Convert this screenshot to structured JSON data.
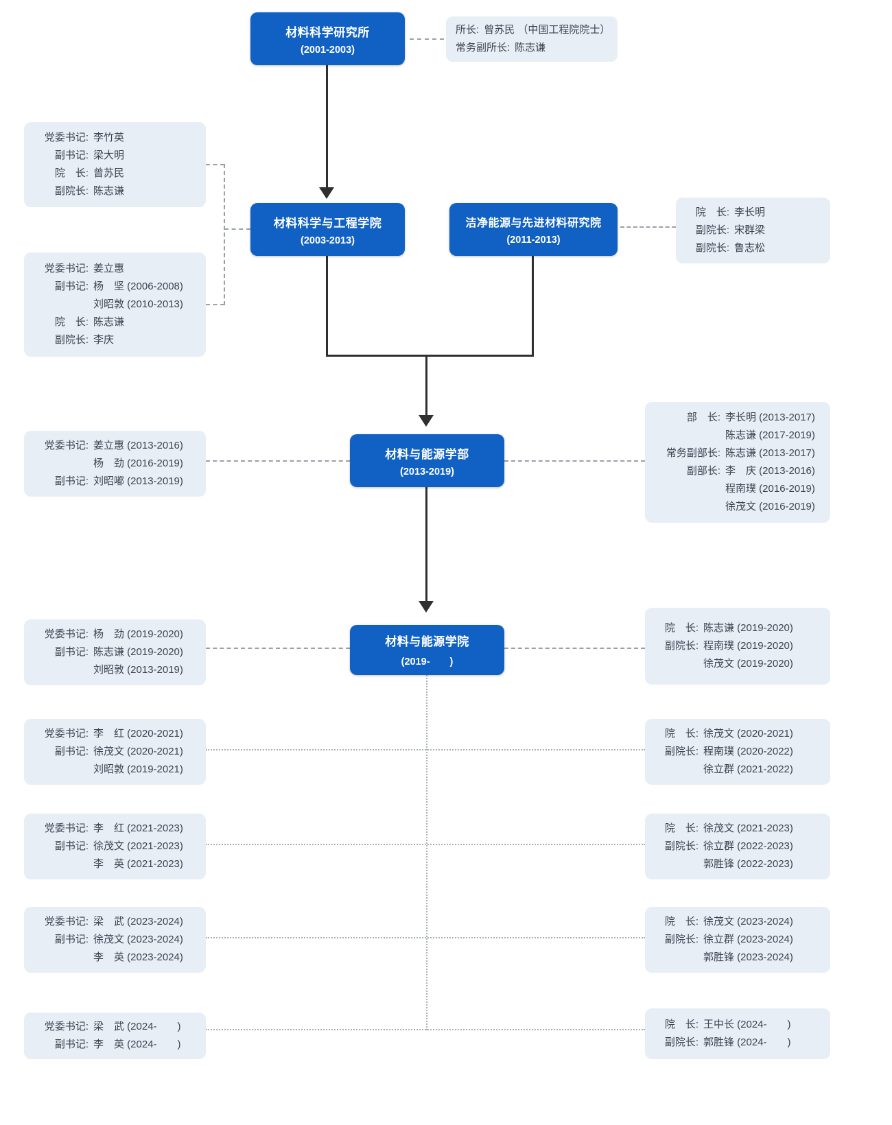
{
  "palette": {
    "node_bg": "#1161C5",
    "node_text": "#FFFFFF",
    "info_bg": "#E8EEF6",
    "info_text": "#3C4350",
    "connector_solid": "#2F2F2F",
    "connector_dashed": "#9AA0A8",
    "connector_dotted": "#A8AEB5"
  },
  "nodes": {
    "institute": {
      "title": "材料科学研究所",
      "years": "(2001-2003)"
    },
    "college_2003": {
      "title": "材料科学与工程学院",
      "years": "(2003-2013)"
    },
    "clean_energy": {
      "title": "洁净能源与先进材料研究院",
      "years": "(2011-2013)"
    },
    "faculty_2013": {
      "title": "材料与能源学部",
      "years": "(2013-2019)"
    },
    "college_2019": {
      "title": "材料与能源学院",
      "years": "(2019-　　)"
    }
  },
  "info_boxes": {
    "inst_right": {
      "lines": [
        {
          "label": "所长:",
          "value": "曾苏民 （中国工程院院士）"
        },
        {
          "label": "常务副所长:",
          "value": "陈志谦"
        }
      ]
    },
    "college_left_a": {
      "lines": [
        {
          "label": "党委书记:",
          "value": "李竹英"
        },
        {
          "label": "副书记:",
          "value": "梁大明"
        },
        {
          "label": "院　长:",
          "value": "曾苏民"
        },
        {
          "label": "副院长:",
          "value": "陈志谦"
        }
      ]
    },
    "college_left_b": {
      "lines": [
        {
          "label": "党委书记:",
          "value": "姜立惠"
        },
        {
          "label": "副书记:",
          "value": "杨　坚 (2006-2008)"
        },
        {
          "label": "",
          "value": "刘昭敦 (2010-2013)"
        },
        {
          "label": "院　长:",
          "value": "陈志谦"
        },
        {
          "label": "副院长:",
          "value": "李庆"
        }
      ]
    },
    "clean_right": {
      "lines": [
        {
          "label": "院　长:",
          "value": "李长明"
        },
        {
          "label": "副院长:",
          "value": "宋群梁"
        },
        {
          "label": "副院长:",
          "value": "鲁志松"
        }
      ]
    },
    "bu_left": {
      "lines": [
        {
          "label": "党委书记:",
          "value": "姜立惠 (2013-2016)"
        },
        {
          "label": "",
          "value": "杨　劲 (2016-2019)"
        },
        {
          "label": "副书记:",
          "value": "刘昭嘟 (2013-2019)"
        }
      ]
    },
    "bu_right": {
      "lines": [
        {
          "label": "部　长:",
          "value": "李长明 (2013-2017)"
        },
        {
          "label": "",
          "value": "陈志谦 (2017-2019)"
        },
        {
          "label": "常务副部长:",
          "value": "陈志谦 (2013-2017)"
        },
        {
          "label": "副部长:",
          "value": "李　庆 (2013-2016)"
        },
        {
          "label": "",
          "value": "程南璞 (2016-2019)"
        },
        {
          "label": "",
          "value": "徐茂文 (2016-2019)"
        }
      ]
    },
    "col19_left": {
      "lines": [
        {
          "label": "党委书记:",
          "value": "杨　劲 (2019-2020)"
        },
        {
          "label": "副书记:",
          "value": "陈志谦 (2019-2020)"
        },
        {
          "label": "",
          "value": "刘昭敦 (2013-2019)"
        }
      ]
    },
    "col19_right": {
      "lines": [
        {
          "label": "院　长:",
          "value": "陈志谦 (2019-2020)"
        },
        {
          "label": "副院长:",
          "value": "程南璞 (2019-2020)"
        },
        {
          "label": "",
          "value": "徐茂文 (2019-2020)"
        }
      ]
    },
    "r2020_left": {
      "lines": [
        {
          "label": "党委书记:",
          "value": "李　红 (2020-2021)"
        },
        {
          "label": "副书记:",
          "value": "徐茂文 (2020-2021)"
        },
        {
          "label": "",
          "value": "刘昭敦 (2019-2021)"
        }
      ]
    },
    "r2020_right": {
      "lines": [
        {
          "label": "院　长:",
          "value": "徐茂文 (2020-2021)"
        },
        {
          "label": "副院长:",
          "value": "程南璞 (2020-2022)"
        },
        {
          "label": "",
          "value": "徐立群 (2021-2022)"
        }
      ]
    },
    "r2021_left": {
      "lines": [
        {
          "label": "党委书记:",
          "value": "李　红 (2021-2023)"
        },
        {
          "label": "副书记:",
          "value": "徐茂文 (2021-2023)"
        },
        {
          "label": "",
          "value": "李　英 (2021-2023)"
        }
      ]
    },
    "r2021_right": {
      "lines": [
        {
          "label": "院　长:",
          "value": "徐茂文 (2021-2023)"
        },
        {
          "label": "副院长:",
          "value": "徐立群 (2022-2023)"
        },
        {
          "label": "",
          "value": "郭胜锋 (2022-2023)"
        }
      ]
    },
    "r2023_left": {
      "lines": [
        {
          "label": "党委书记:",
          "value": "梁　武 (2023-2024)"
        },
        {
          "label": "副书记:",
          "value": "徐茂文 (2023-2024)"
        },
        {
          "label": "",
          "value": "李　英 (2023-2024)"
        }
      ]
    },
    "r2023_right": {
      "lines": [
        {
          "label": "院　长:",
          "value": "徐茂文 (2023-2024)"
        },
        {
          "label": "副院长:",
          "value": "徐立群 (2023-2024)"
        },
        {
          "label": "",
          "value": "郭胜锋 (2023-2024)"
        }
      ]
    },
    "r2024_left": {
      "lines": [
        {
          "label": "党委书记:",
          "value": "梁　武 (2024-　　)"
        },
        {
          "label": "副书记:",
          "value": "李　英 (2024-　　)"
        }
      ]
    },
    "r2024_right": {
      "lines": [
        {
          "label": "院　长:",
          "value": "王中长 (2024-　　)"
        },
        {
          "label": "副院长:",
          "value": "郭胜锋 (2024-　　)"
        }
      ]
    }
  }
}
